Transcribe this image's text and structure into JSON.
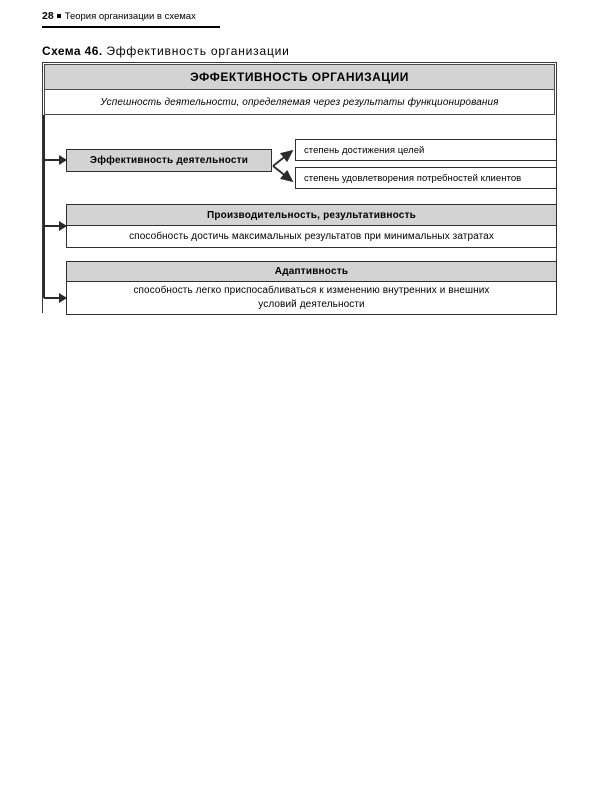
{
  "running_head": {
    "page_number": "28",
    "bullet": "square-bullet",
    "title": "Теория организации в схемах"
  },
  "caption": {
    "number_label": "Схема 46.",
    "text": "Эффективность организации"
  },
  "diagram": {
    "title": "ЭФФЕКТИВНОСТЬ ОРГАНИЗАЦИИ",
    "subtitle": "Успешность деятельности, определяемая через результаты функционирования",
    "colors": {
      "header_fill": "#d3d3d3",
      "body_fill": "#ffffff",
      "border": "#2f2f2f",
      "connector": "#2a2a2a"
    },
    "branches": [
      {
        "heading": "Эффективность деятельности",
        "sub_items": [
          "степень достижения целей",
          "степень удовлетворения потребностей клиентов"
        ]
      },
      {
        "heading": "Производительность, результативность",
        "body": "способность достичь максимальных результатов при минимальных затратах"
      },
      {
        "heading": "Адаптивность",
        "body_line1": "способность легко приспосабливаться к изменению внутренних и внешних",
        "body_line2": "условий деятельности"
      }
    ]
  }
}
